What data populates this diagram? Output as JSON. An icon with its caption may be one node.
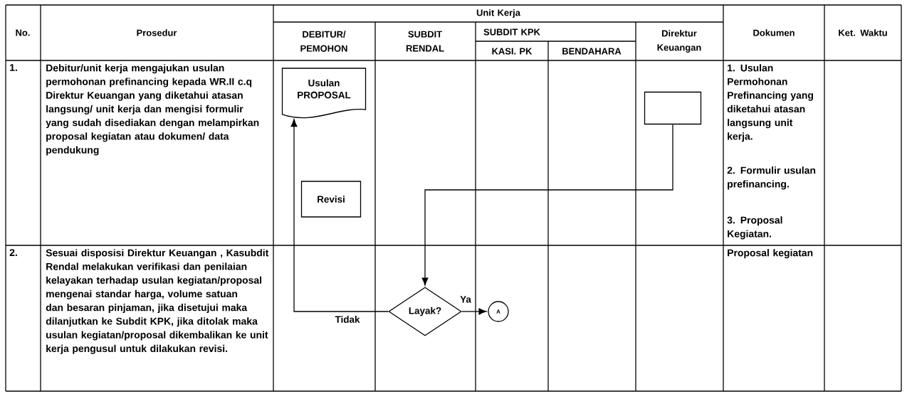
{
  "diagram": {
    "nodes": [
      {
        "text": [
          "Usulan PROPOSAL"
        ]
      },
      {
        "text": [
          "Revisi"
        ]
      },
      {
        "text": [],
        "shape": "box"
      },
      {
        "text": [
          "Layak?"
        ]
      },
      {
        "text": [
          "A"
        ]
      }
    ],
    "edges": [
      {
        "from": 2,
        "to": 3,
        "arrow": "to"
      },
      {
        "from": 3,
        "to": 0,
        "arrow": "to",
        "label": "Tidak"
      },
      {
        "from": 3,
        "to": 4,
        "arrow": "to",
        "label": "Ya"
      }
    ],
    "labels": [
      "No.",
      "Prosedur",
      "Unit Kerja",
      "DEBITUR/ PEMOHON",
      "SUBDIT RENDAL",
      "SUBDIT KPK",
      "KASI. PK",
      "BENDAHARA",
      "Direktur Keuangan",
      "Dokumen",
      "Ket. Waktu",
      "1.",
      "Debitur/unit kerja mengajukan usulan permohonan prefinancing kepada WR.II c.q Direktur Keuangan yang diketahui atasan langsung/ unit kerja dan mengisi formulir yang sudah disediakan dengan melampirkan proposal kegiatan atau dokumen/ data pendukung",
      "1. Usulan Permohonan Prefinancing yang diketahui atasan langsung unit kerja.",
      "2. Formulir usulan prefinancing.",
      "3. Proposal Kegiatan.",
      "2.",
      "Sesuai disposisi Direktur Keuangan , Kasubdit Rendal melakukan verifikasi dan penilaian kelayakan terhadap usulan kegiatan/proposal mengenai standar harga, volume satuan dan besaran pinjaman, jika disetujui maka dilanjutkan ke Subdit KPK, jika ditolak maka usulan kegiatan/proposal dikembalikan ke unit kerja pengusul untuk dilakukan revisi.",
      "Proposal kegiatan"
    ]
  }
}
